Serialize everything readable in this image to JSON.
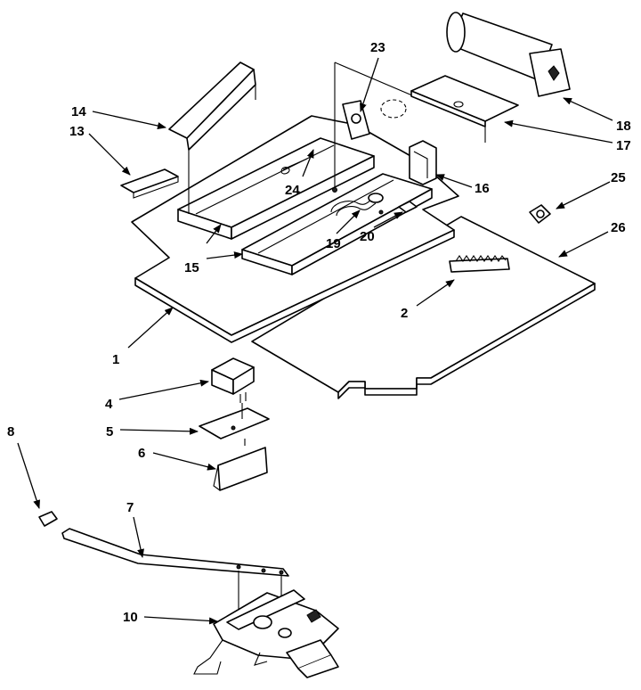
{
  "callouts": [
    {
      "id": "1",
      "label": "1"
    },
    {
      "id": "2",
      "label": "2"
    },
    {
      "id": "4",
      "label": "4"
    },
    {
      "id": "5",
      "label": "5"
    },
    {
      "id": "6",
      "label": "6"
    },
    {
      "id": "7",
      "label": "7"
    },
    {
      "id": "8",
      "label": "8"
    },
    {
      "id": "10",
      "label": "10"
    },
    {
      "id": "13",
      "label": "13"
    },
    {
      "id": "14",
      "label": "14"
    },
    {
      "id": "15",
      "label": "15"
    },
    {
      "id": "16",
      "label": "16"
    },
    {
      "id": "17",
      "label": "17"
    },
    {
      "id": "18",
      "label": "18"
    },
    {
      "id": "19",
      "label": "19"
    },
    {
      "id": "20",
      "label": "20"
    },
    {
      "id": "23",
      "label": "23"
    },
    {
      "id": "24",
      "label": "24"
    },
    {
      "id": "25",
      "label": "25"
    },
    {
      "id": "26",
      "label": "26"
    }
  ]
}
